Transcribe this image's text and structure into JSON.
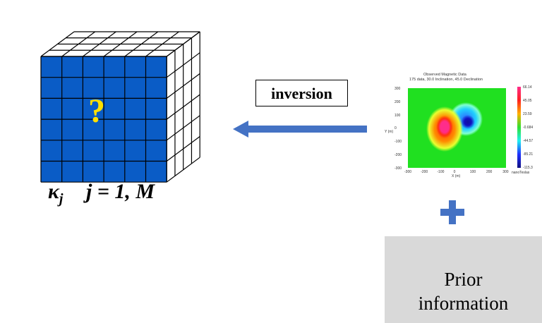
{
  "model": {
    "unknown_symbol": "?",
    "kappa": "κ",
    "kappa_sub": "j",
    "index_label": "j = 1, M",
    "colors": {
      "front": "#0a5cc6",
      "question": "#ffe000"
    }
  },
  "inversion": {
    "label": "inversion",
    "arrow_color": "#4472c4"
  },
  "plot": {
    "title": "Observed Magnetic Data",
    "subtitle": "175 data, 30.0 Inclination, 45.0 Declination",
    "y_ticks": [
      "300",
      "200",
      "100",
      "0",
      "-100",
      "-200",
      "-300"
    ],
    "x_ticks": [
      "-300",
      "-200",
      "-100",
      "0",
      "100",
      "200",
      "300"
    ],
    "y_label": "Y (m)",
    "x_label": "X (m)",
    "colorbar_ticks": [
      "66.14",
      "45.05",
      "23.59",
      "-0.684",
      "-44.57",
      "-85.21",
      "-115.3"
    ],
    "colorbar_unit": "nanoTeslas"
  },
  "plus": {
    "color": "#4472c4"
  },
  "prior": {
    "line1": "Prior",
    "line2": "information"
  }
}
